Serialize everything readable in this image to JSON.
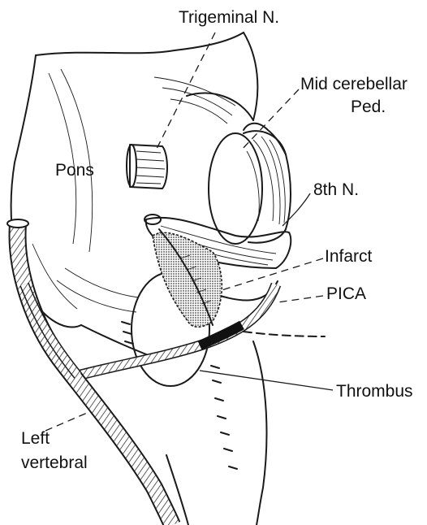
{
  "labels": {
    "trigeminal": "Trigeminal N.",
    "mid_cerebellar_line1": "Mid cerebellar",
    "mid_cerebellar_line2": "Ped.",
    "pons": "Pons",
    "eighth_nerve": "8th N.",
    "infarct": "Infarct",
    "pica": "PICA",
    "thrombus": "Thrombus",
    "left_vertebral_line1": "Left",
    "left_vertebral_line2": "vertebral"
  },
  "colors": {
    "ink": "#1a1a1a",
    "background": "#ffffff",
    "infarct_fill": "#9a9a9a",
    "thrombus_fill": "#111111"
  }
}
